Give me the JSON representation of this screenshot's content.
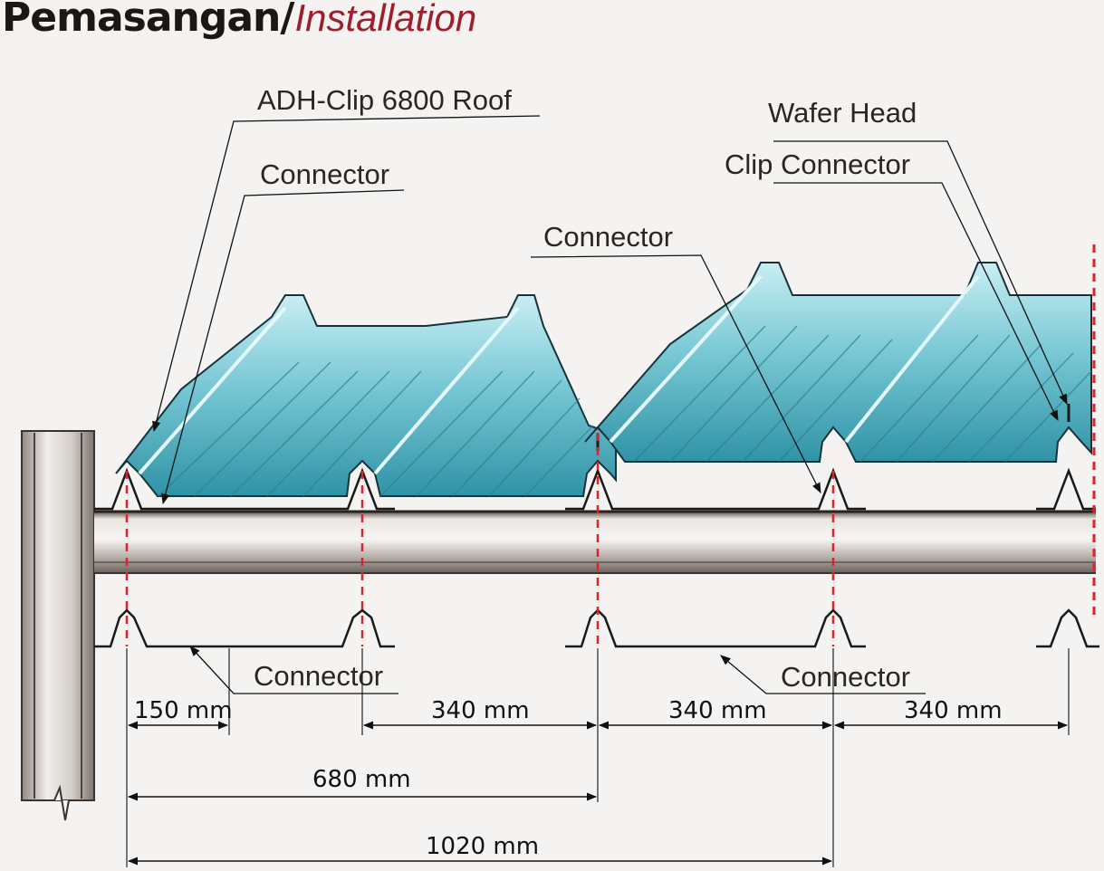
{
  "title": {
    "main": "Pemasangan",
    "separator": "/",
    "sub": "Installation"
  },
  "labels": {
    "roof": "ADH-Clip 6800 Roof",
    "connector_top_left": "Connector",
    "connector_top_mid": "Connector",
    "wafer_head": "Wafer Head",
    "clip_connector": "Clip Connector",
    "connector_bottom_left": "Connector",
    "connector_bottom_right": "Connector"
  },
  "dimensions": {
    "d150": "150 mm",
    "d340a": "340 mm",
    "d340b": "340 mm",
    "d340c": "340 mm",
    "d680": "680 mm",
    "d1020": "1020 mm"
  },
  "colors": {
    "title": "#1d1714",
    "title_accent": "#a01e2c",
    "roof": "#5fb9c9",
    "centerline": "#d8262a",
    "purlin": "#a39a94"
  }
}
